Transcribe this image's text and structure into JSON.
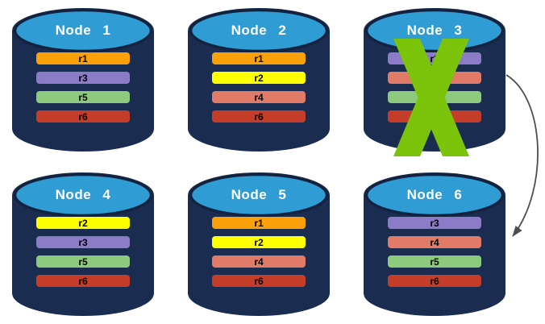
{
  "diagram": {
    "nodes": [
      {
        "title": "Node 1",
        "failed": false,
        "replicas": [
          {
            "label": "r1",
            "color": "#FAA109"
          },
          {
            "label": "r3",
            "color": "#8C7BC6"
          },
          {
            "label": "r5",
            "color": "#8ECA7E"
          },
          {
            "label": "r6",
            "color": "#C33D28"
          }
        ]
      },
      {
        "title": "Node 2",
        "failed": false,
        "replicas": [
          {
            "label": "r1",
            "color": "#FAA109"
          },
          {
            "label": "r2",
            "color": "#FDFF00"
          },
          {
            "label": "r4",
            "color": "#E07B68"
          },
          {
            "label": "r6",
            "color": "#C33D28"
          }
        ]
      },
      {
        "title": "Node 3",
        "failed": true,
        "replicas": [
          {
            "label": "r3",
            "color": "#8C7BC6"
          },
          {
            "label": "",
            "color": "#E07B68"
          },
          {
            "label": "",
            "color": "#8ECA7E"
          },
          {
            "label": "",
            "color": "#C33D28"
          }
        ]
      },
      {
        "title": "Node 4",
        "failed": false,
        "replicas": [
          {
            "label": "r2",
            "color": "#FDFF00"
          },
          {
            "label": "r3",
            "color": "#8C7BC6"
          },
          {
            "label": "r5",
            "color": "#8ECA7E"
          },
          {
            "label": "r6",
            "color": "#C33D28"
          }
        ]
      },
      {
        "title": "Node 5",
        "failed": false,
        "replicas": [
          {
            "label": "r1",
            "color": "#FAA109"
          },
          {
            "label": "r2",
            "color": "#FDFF00"
          },
          {
            "label": "r4",
            "color": "#E07B68"
          },
          {
            "label": "r6",
            "color": "#C33D28"
          }
        ]
      },
      {
        "title": "Node 6",
        "failed": false,
        "replicas": [
          {
            "label": "r3",
            "color": "#8C7BC6"
          },
          {
            "label": "r4",
            "color": "#E07B68"
          },
          {
            "label": "r5",
            "color": "#8ECA7E"
          },
          {
            "label": "r6",
            "color": "#C33D28"
          }
        ]
      }
    ],
    "arrow": {
      "from": "Node 3",
      "to": "Node 6"
    },
    "colors": {
      "cylinder_body": "#1A2C50",
      "cylinder_top": "#2F9CD4",
      "cylinder_rim": "#13233F",
      "node_title_text": "#FFFFFF",
      "replica_label_text": "#000000",
      "x_mark": "#7CC30B",
      "arrow": "#4D4D4D",
      "page_background": "#FFFFFF"
    }
  }
}
